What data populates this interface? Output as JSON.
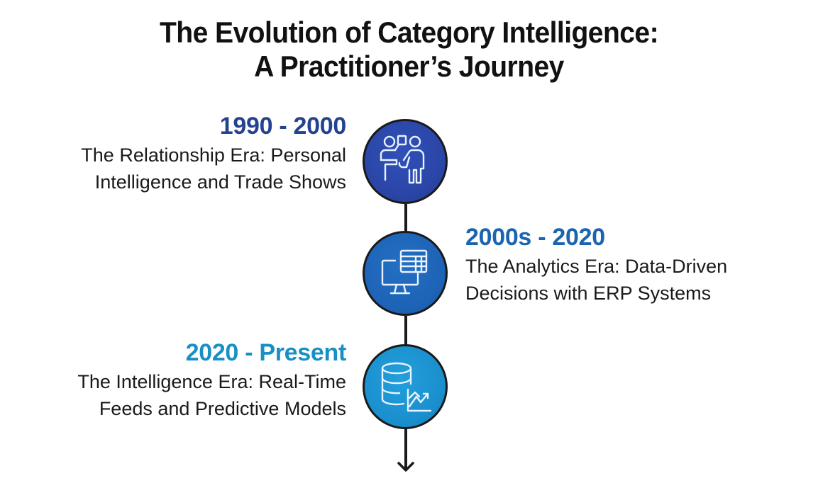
{
  "title": {
    "line1": "The Evolution of Category Intelligence:",
    "line2": "A Practitioner’s Journey"
  },
  "colors": {
    "spine": "#1a1a1a",
    "era1": "#2a45a6",
    "era2": "#1d63b6",
    "era3": "#1a8fcd",
    "year1": "#24428f",
    "year2": "#1a64b0",
    "year3": "#1890c4",
    "icon_stroke": "#e8f3ff"
  },
  "timeline": {
    "eras": [
      {
        "year": "1990 - 2000",
        "description_line1": "The Relationship Era: Personal",
        "description_line2": "Intelligence and Trade Shows",
        "icon": "presenter-icon",
        "side": "left"
      },
      {
        "year": "2000s - 2020",
        "description_line1": "The Analytics Era: Data-Driven",
        "description_line2": "Decisions with ERP Systems",
        "icon": "monitor-spreadsheet-icon",
        "side": "right"
      },
      {
        "year": "2020 - Present",
        "description_line1": "The Intelligence Era: Real-Time",
        "description_line2": "Feeds and Predictive Models",
        "icon": "database-chart-icon",
        "side": "left"
      }
    ],
    "end_marker": "arrow-down-icon"
  }
}
